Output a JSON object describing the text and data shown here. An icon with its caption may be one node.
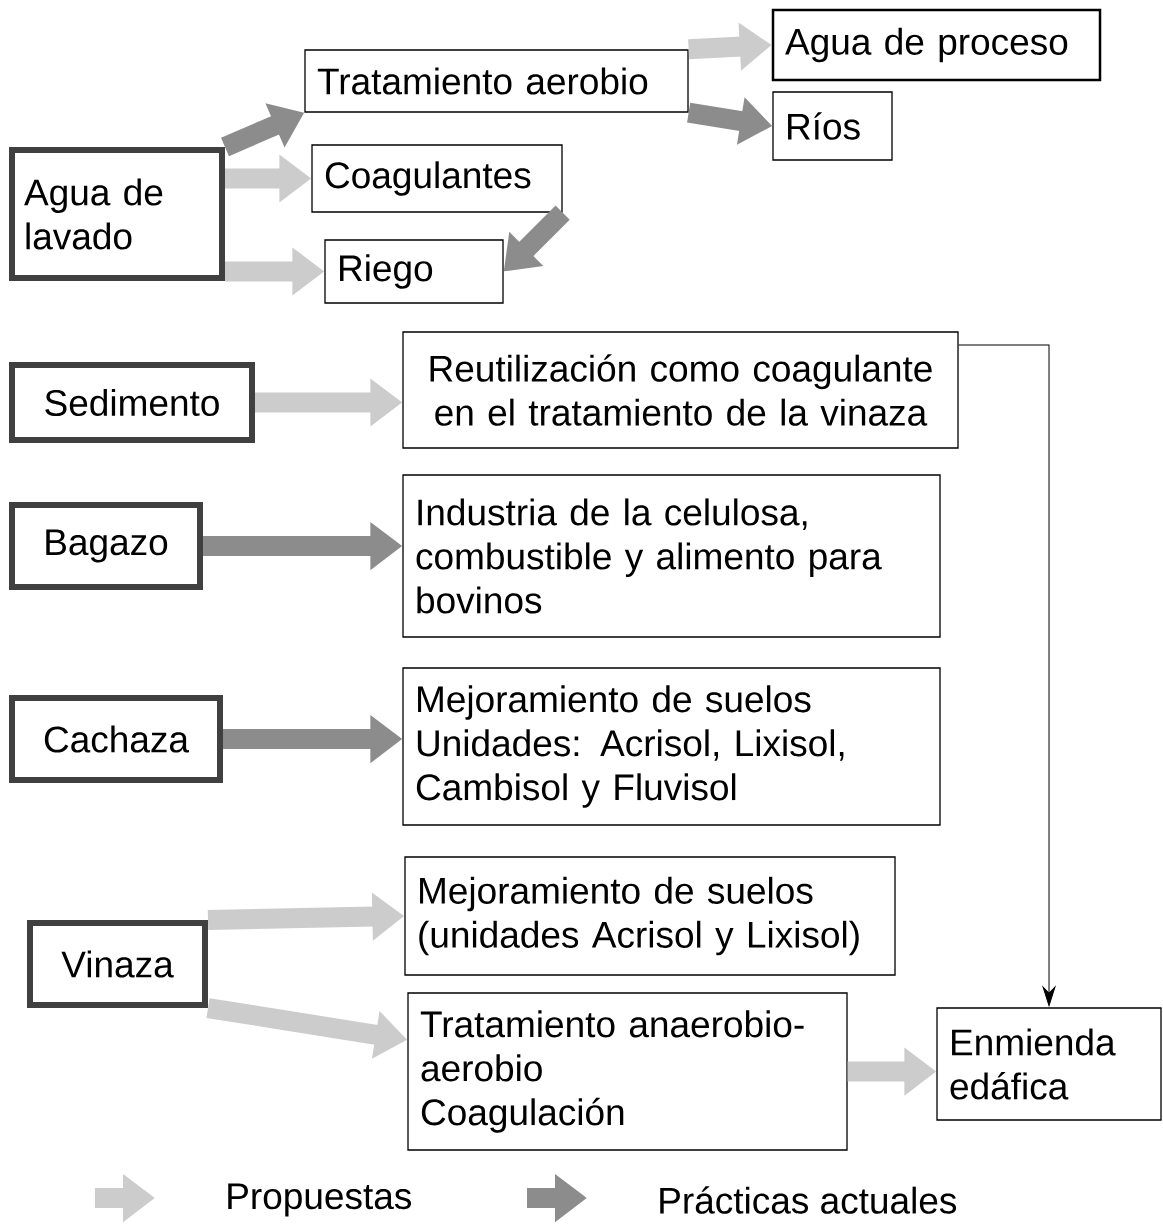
{
  "diagram": {
    "nodes": [
      {
        "text": [
          "Agua de lavado"
        ]
      },
      {
        "text": [
          "Tratamiento aerobio"
        ]
      },
      {
        "text": [
          "Agua de proceso"
        ]
      },
      {
        "text": [
          "Ríos"
        ]
      },
      {
        "text": [
          "Coagulantes"
        ]
      },
      {
        "text": [
          "Riego"
        ]
      },
      {
        "text": [
          "Sedimento"
        ]
      },
      {
        "text": [
          "Reutilización como coagulante en el tratamiento de la vinaza"
        ]
      },
      {
        "text": [
          "Bagazo"
        ]
      },
      {
        "text": [
          "Industria de la celulosa, combustible y alimento para bovinos"
        ]
      },
      {
        "text": [
          "Cachaza"
        ]
      },
      {
        "text": [
          "Mejoramiento de suelos",
          "Unidades: Acrisol, Lixisol, Cambisol y Fluvisol"
        ]
      },
      {
        "text": [
          "Vinaza"
        ]
      },
      {
        "text": [
          "Mejoramiento de suelos (unidades Acrisol y Lixisol)"
        ]
      },
      {
        "text": [
          "Tratamiento anaerobio-aerobio",
          "Coagulación"
        ]
      },
      {
        "text": [
          "Enmienda edáfica"
        ]
      }
    ],
    "edges": [
      {
        "from": 0,
        "to": 1,
        "arrow": "to",
        "color": "#8c8c8c"
      },
      {
        "from": 0,
        "to": 4,
        "arrow": "to",
        "color": "#cccccc"
      },
      {
        "from": 0,
        "to": 5,
        "arrow": "to",
        "color": "#cccccc"
      },
      {
        "from": 4,
        "to": 5,
        "arrow": "to",
        "color": "#8c8c8c"
      },
      {
        "from": 1,
        "to": 2,
        "arrow": "to",
        "color": "#cccccc"
      },
      {
        "from": 1,
        "to": 3,
        "arrow": "to",
        "color": "#8c8c8c"
      },
      {
        "from": 6,
        "to": 7,
        "arrow": "to",
        "color": "#cccccc"
      },
      {
        "from": 8,
        "to": 9,
        "arrow": "to",
        "color": "#8c8c8c"
      },
      {
        "from": 10,
        "to": 11,
        "arrow": "to",
        "color": "#8c8c8c"
      },
      {
        "from": 12,
        "to": 13,
        "arrow": "to",
        "color": "#cccccc"
      },
      {
        "from": 12,
        "to": 14,
        "arrow": "to",
        "color": "#cccccc"
      },
      {
        "from": 14,
        "to": 15,
        "arrow": "to",
        "color": "#cccccc"
      },
      {
        "from": 7,
        "to": 15,
        "arrow": "to",
        "color": "#000000"
      }
    ],
    "legend": [
      {
        "text": "Propuestas"
      },
      {
        "text": "Prácticas actuales"
      }
    ]
  }
}
